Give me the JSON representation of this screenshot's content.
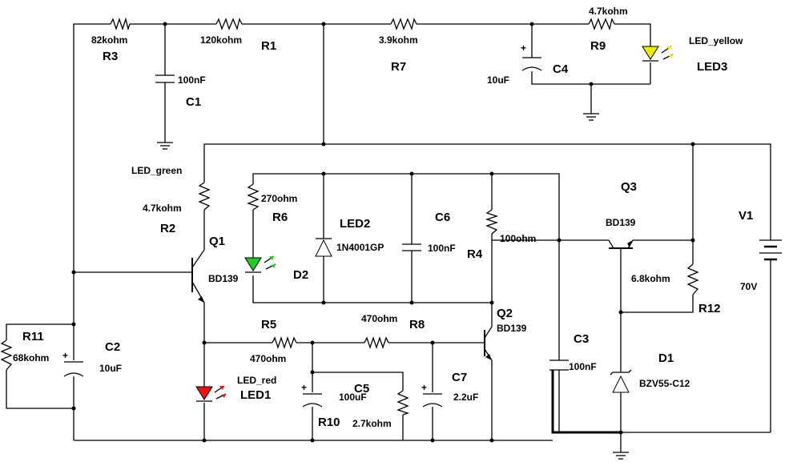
{
  "components": {
    "R1": {
      "ref": "R1",
      "value": "120kohm"
    },
    "R2": {
      "ref": "R2",
      "value": "4.7kohm"
    },
    "R3": {
      "ref": "R3",
      "value": "82kohm"
    },
    "R4": {
      "ref": "R4",
      "value": "100ohm"
    },
    "R5": {
      "ref": "R5",
      "value": "470ohm"
    },
    "R6": {
      "ref": "R6",
      "value": "270ohm"
    },
    "R7": {
      "ref": "R7",
      "value": "3.9kohm"
    },
    "R8": {
      "ref": "R8",
      "value": "470ohm"
    },
    "R9": {
      "ref": "R9",
      "value": "4.7kohm"
    },
    "R10": {
      "ref": "R10",
      "value": "2.7kohm"
    },
    "R11": {
      "ref": "R11",
      "value": "68kohm"
    },
    "R12": {
      "ref": "R12",
      "value": "6.8kohm"
    },
    "C1": {
      "ref": "C1",
      "value": "100nF"
    },
    "C2": {
      "ref": "C2",
      "value": "10uF"
    },
    "C3": {
      "ref": "C3",
      "value": "100nF"
    },
    "C4": {
      "ref": "C4",
      "value": "10uF"
    },
    "C5": {
      "ref": "C5",
      "value": "100uF"
    },
    "C6": {
      "ref": "C6",
      "value": "100nF"
    },
    "C7": {
      "ref": "C7",
      "value": "2.2uF"
    },
    "Q1": {
      "ref": "Q1",
      "value": "BD139"
    },
    "Q2": {
      "ref": "Q2",
      "value": "BD139"
    },
    "Q3": {
      "ref": "Q3",
      "value": "BD139"
    },
    "D1": {
      "ref": "D1",
      "value": "BZV55-C12"
    },
    "D2": {
      "ref": "D2",
      "value": "LED_green"
    },
    "LED1": {
      "ref": "LED1",
      "value": "LED_red"
    },
    "LED2": {
      "ref": "LED2",
      "value": "1N4001GP"
    },
    "LED3": {
      "ref": "LED3",
      "value": "LED_yellow"
    },
    "V1": {
      "ref": "V1",
      "value": "70V"
    }
  },
  "plus_sign": "+",
  "colors": {
    "wire": "#000000",
    "led_green": "#22cc22",
    "led_red": "#ee1111",
    "led_yellow": "#eeee00",
    "background": "#ffffff"
  }
}
